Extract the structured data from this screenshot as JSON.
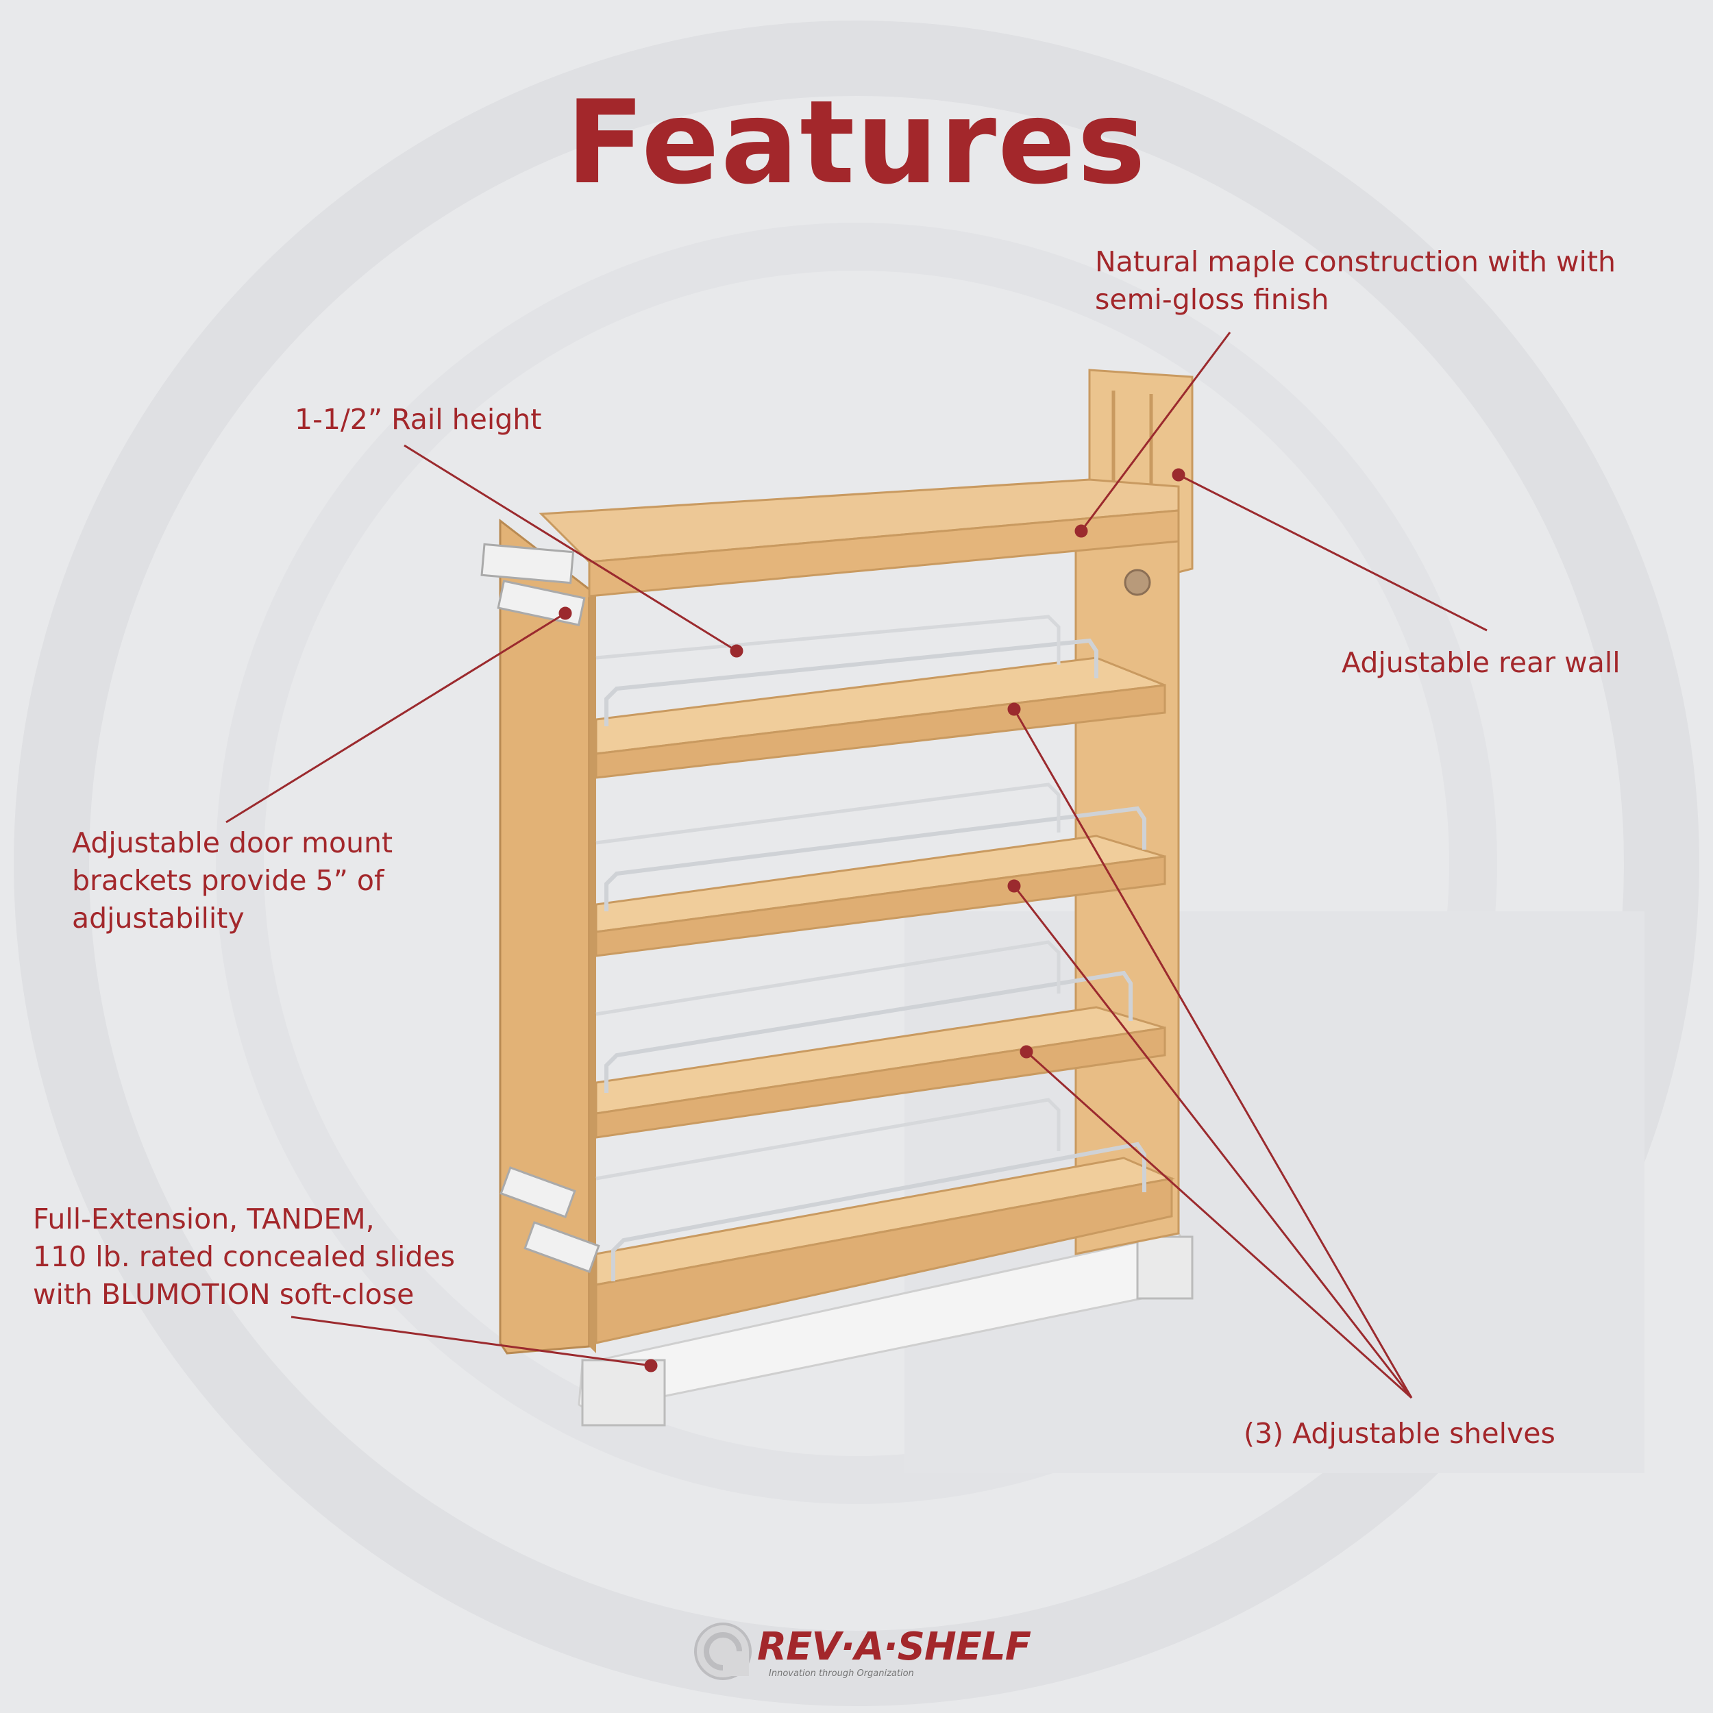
{
  "title": "Features",
  "callouts": {
    "maple": [
      "Natural maple construction with with",
      "semi-gloss finish"
    ],
    "rail": [
      "1-1/2” Rail height"
    ],
    "rear_wall": [
      "Adjustable rear wall"
    ],
    "door_mount": [
      "Adjustable door mount",
      "brackets provide 5” of",
      "adjustability"
    ],
    "slides": [
      "Full-Extension, TANDEM,",
      "110 lb. rated concealed slides",
      "with BLUMOTION soft-close"
    ],
    "shelves": [
      "(3) Adjustable shelves"
    ]
  },
  "logo": {
    "brand": "REV·A·SHELF",
    "tagline": "Innovation through Organization"
  },
  "colors": {
    "accent": "#a3272b",
    "background": "#e8e9eb",
    "watermark": "#dcdde0",
    "wood": "#e6b77e"
  }
}
